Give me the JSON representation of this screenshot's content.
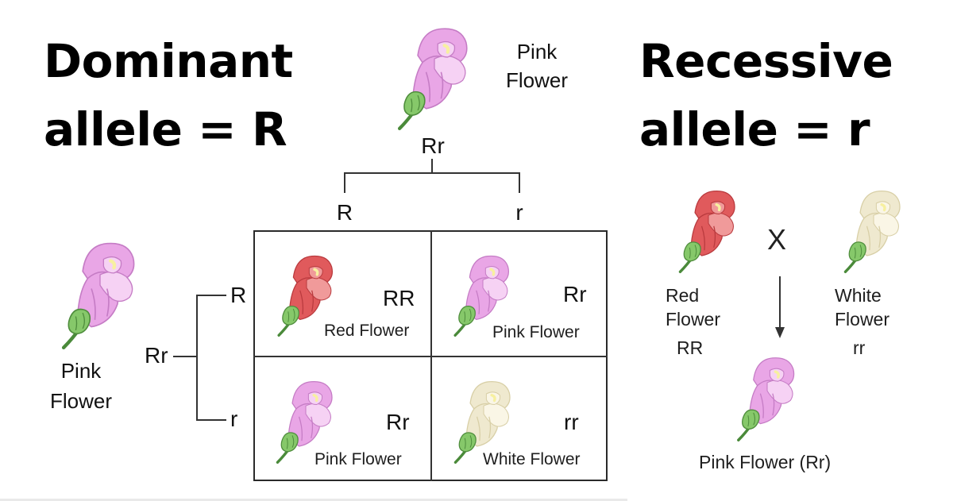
{
  "headings": {
    "dominant_line1": "Dominant",
    "dominant_line2": "allele = R",
    "recessive_line1": "Recessive",
    "recessive_line2": "allele = r"
  },
  "parent_top": {
    "label_line1": "Pink",
    "label_line2": "Flower",
    "genotype": "Rr",
    "color": "pink"
  },
  "parent_left": {
    "label_line1": "Pink",
    "label_line2": "Flower",
    "genotype": "Rr",
    "color": "pink"
  },
  "top_alleles": [
    "R",
    "r"
  ],
  "left_alleles": [
    "R",
    "r"
  ],
  "punnett": [
    {
      "genotype": "RR",
      "label": "Red Flower",
      "color": "red"
    },
    {
      "genotype": "Rr",
      "label": "Pink Flower",
      "color": "pink"
    },
    {
      "genotype": "Rr",
      "label": "Pink Flower",
      "color": "pink"
    },
    {
      "genotype": "rr",
      "label": "White Flower",
      "color": "white"
    }
  ],
  "cross": {
    "symbol": "X",
    "left": {
      "label_line1": "Red",
      "label_line2": "Flower",
      "genotype": "RR",
      "color": "red"
    },
    "right": {
      "label_line1": "White",
      "label_line2": "Flower",
      "genotype": "rr",
      "color": "white"
    },
    "result": {
      "label": "Pink Flower (Rr)",
      "color": "pink"
    }
  },
  "palette": {
    "pink": {
      "main": "#e9a6e6",
      "light": "#f6d2f4",
      "dark": "#c57cc5"
    },
    "red": {
      "main": "#e05a5c",
      "light": "#f09a9a",
      "dark": "#b93a3e"
    },
    "white": {
      "main": "#efe9cf",
      "light": "#faf6e6",
      "dark": "#d8cfa6"
    },
    "leaf": {
      "main": "#86c86a",
      "dark": "#4f8d3d"
    }
  }
}
